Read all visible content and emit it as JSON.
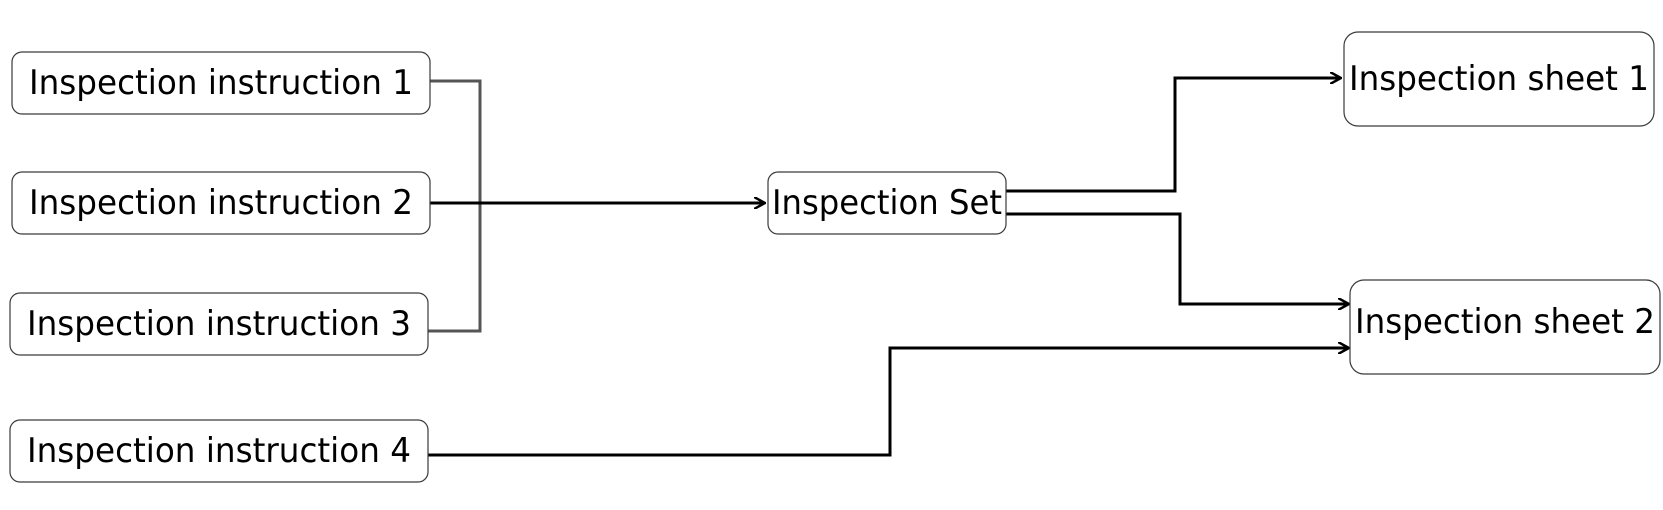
{
  "diagram": {
    "nodes": {
      "instruction1": "Inspection instruction 1",
      "instruction2": "Inspection instruction 2",
      "instruction3": "Inspection instruction 3",
      "instruction4": "Inspection instruction 4",
      "set": "Inspection Set",
      "sheet1": "Inspection sheet 1",
      "sheet2": "Inspection sheet 2"
    }
  }
}
